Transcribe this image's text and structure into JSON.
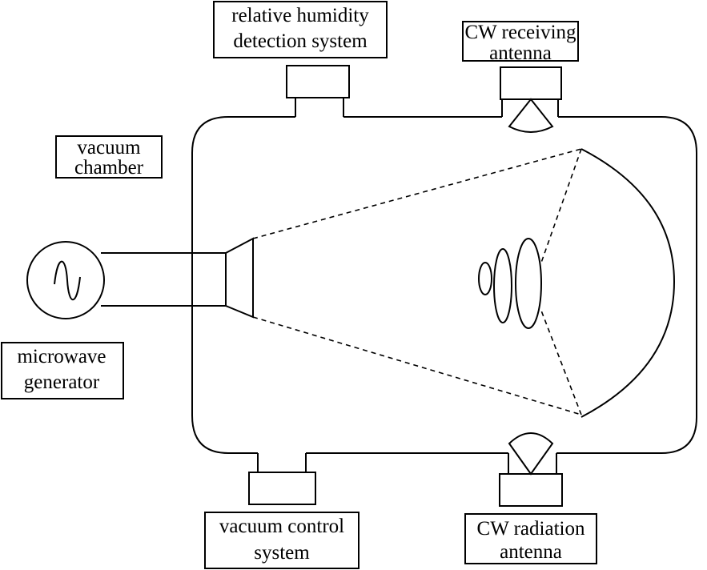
{
  "labels": {
    "relative_humidity_line1": "relative humidity",
    "relative_humidity_line2": "detection system",
    "cw_receiving_line1": "CW receiving",
    "cw_receiving_line2": "antenna",
    "vacuum_chamber_line1": "vacuum",
    "vacuum_chamber_line2": "chamber",
    "microwave_generator_line1": "microwave",
    "microwave_generator_line2": "generator",
    "vacuum_control_line1": "vacuum control",
    "vacuum_control_line2": "system",
    "cw_radiation_line1": "CW radiation",
    "cw_radiation_line2": "antenna"
  }
}
